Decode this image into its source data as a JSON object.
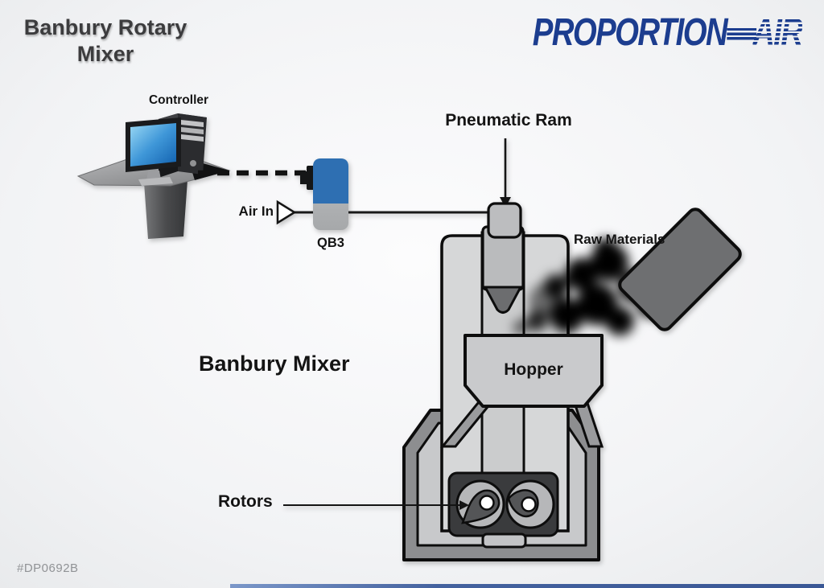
{
  "diagram": {
    "title_line1": "Banbury Rotary",
    "title_line2": "Mixer",
    "doc_number": "#DP0692B"
  },
  "logo": {
    "word_main": "PROPORTION",
    "word_air": "AIR"
  },
  "labels": {
    "controller": "Controller",
    "air_in": "Air In",
    "qb3": "QB3",
    "pneumatic_ram": "Pneumatic Ram",
    "raw_materials": "Raw Materials",
    "banbury_mixer": "Banbury Mixer",
    "hopper": "Hopper",
    "rotors": "Rotors"
  },
  "colors": {
    "logo_blue": "#1c3d8f",
    "qb3_blue": "#2e6fb2",
    "monitor_screen_blue": "#2f7cc2",
    "footer_bar_blue": "#44629f"
  }
}
